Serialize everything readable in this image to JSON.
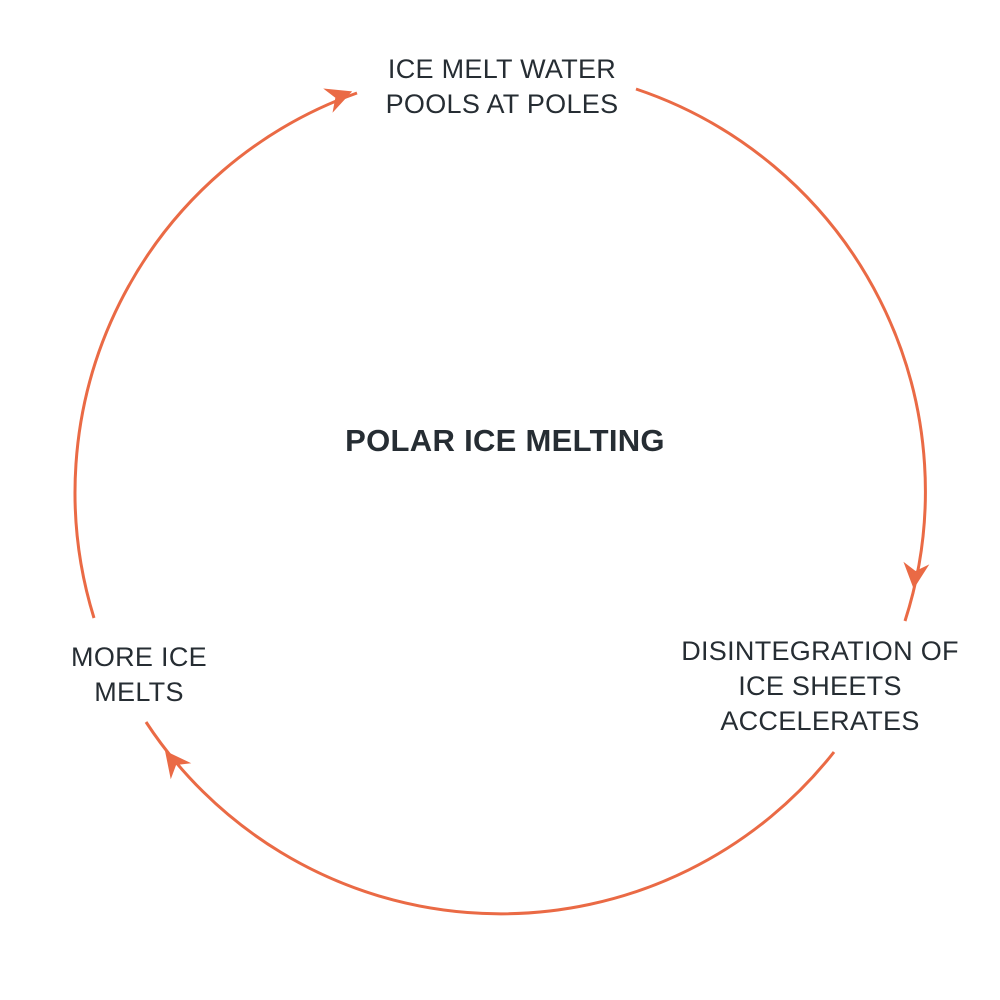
{
  "diagram": {
    "center_title": "POLAR ICE MELTING",
    "nodes": [
      {
        "id": "top",
        "lines": [
          "ICE MELT WATER",
          "POOLS AT POLES"
        ]
      },
      {
        "id": "right",
        "lines": [
          "DISINTEGRATION OF",
          "ICE SHEETS",
          "ACCELERATES"
        ]
      },
      {
        "id": "left",
        "lines": [
          "MORE ICE",
          "MELTS"
        ]
      }
    ],
    "edges": [
      {
        "from": "top",
        "to": "right"
      },
      {
        "from": "right",
        "to": "left"
      },
      {
        "from": "left",
        "to": "top"
      }
    ],
    "accent_color": "#ea6a45",
    "text_color": "#262d33"
  }
}
